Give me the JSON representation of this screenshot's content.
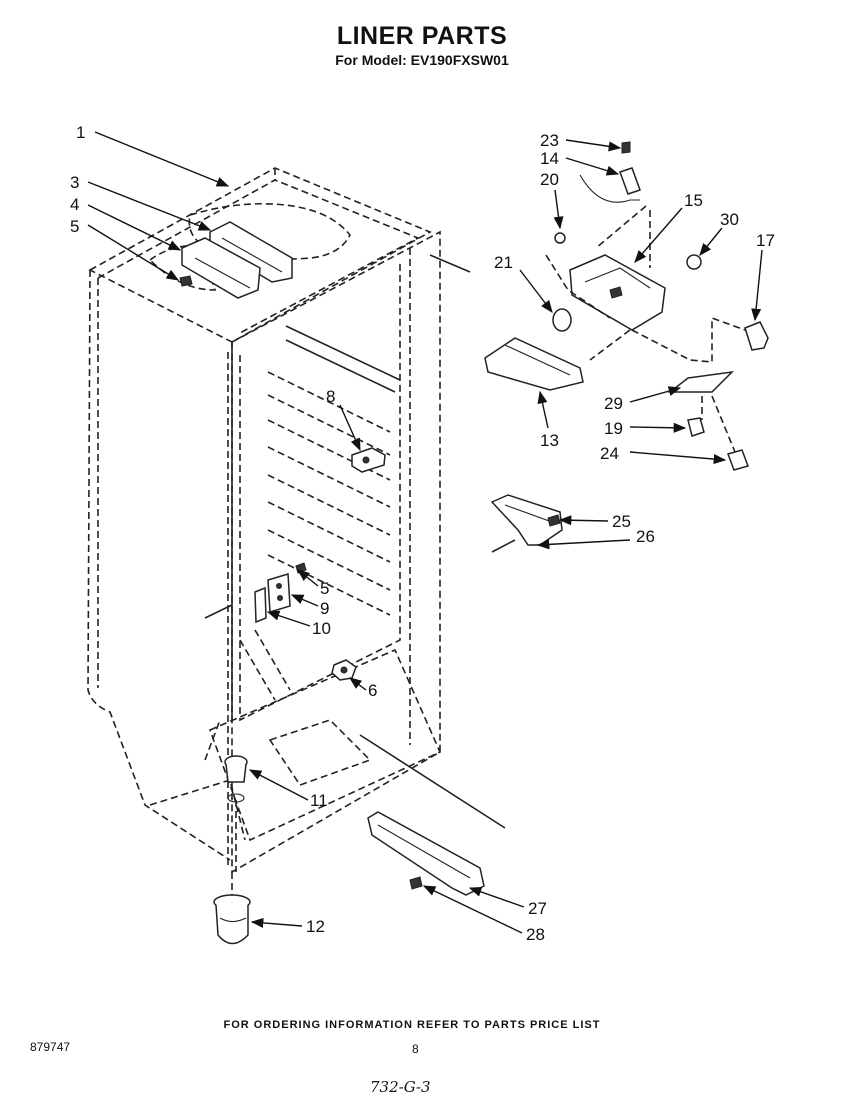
{
  "header": {
    "title": "LINER PARTS",
    "model_line": "For Model: EV190FXSW01"
  },
  "footer": {
    "ordering_note": "FOR ORDERING INFORMATION REFER TO PARTS PRICE LIST",
    "document_number": "879747",
    "page_number": "8",
    "handwritten_note": "732-G-3"
  },
  "callouts": [
    "1",
    "3",
    "4",
    "5",
    "8",
    "5",
    "9",
    "10",
    "6",
    "11",
    "12",
    "27",
    "28",
    "23",
    "14",
    "20",
    "15",
    "30",
    "17",
    "21",
    "13",
    "29",
    "19",
    "24",
    "25",
    "26"
  ]
}
